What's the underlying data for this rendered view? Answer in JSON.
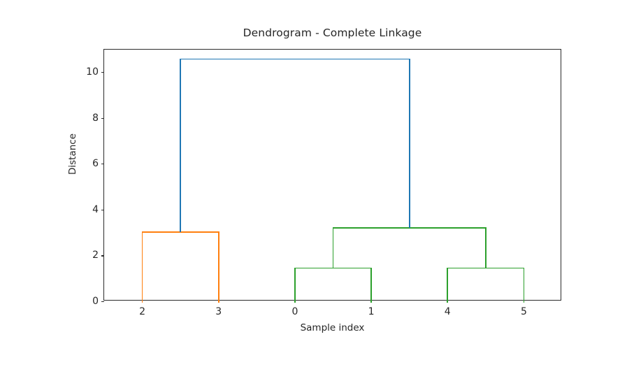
{
  "chart_data": {
    "type": "dendrogram",
    "title": "Dendrogram - Complete Linkage",
    "xlabel": "Sample index",
    "ylabel": "Distance",
    "grid": false,
    "legend": null,
    "xlim": [
      0,
      6
    ],
    "ylim": [
      0,
      10.98
    ],
    "yticks": [
      0,
      2,
      4,
      6,
      8,
      10
    ],
    "ytick_labels": [
      "0",
      "2",
      "4",
      "6",
      "8",
      "10"
    ],
    "leaf_order": [
      2,
      3,
      0,
      1,
      4,
      5
    ],
    "leaf_labels": [
      "2",
      "3",
      "0",
      "1",
      "4",
      "5"
    ],
    "link_colors": {
      "above_threshold": "#1f77b4",
      "cluster_1": "#ff7f0e",
      "cluster_2": "#2ca02c"
    },
    "links": [
      {
        "id": "orange-2-3",
        "members": [
          2,
          3
        ],
        "left_x": 0.5,
        "right_x": 1.5,
        "left_height": 0.0,
        "right_height": 0.0,
        "height": 3.03,
        "color": "#ff7f0e"
      },
      {
        "id": "green-0-1",
        "members": [
          0,
          1
        ],
        "left_x": 2.5,
        "right_x": 3.5,
        "left_height": 0.0,
        "right_height": 0.0,
        "height": 1.45,
        "color": "#2ca02c"
      },
      {
        "id": "green-4-5",
        "members": [
          4,
          5
        ],
        "left_x": 4.5,
        "right_x": 5.5,
        "left_height": 0.0,
        "right_height": 0.0,
        "height": 1.45,
        "color": "#2ca02c"
      },
      {
        "id": "green-0145",
        "members": [
          0,
          1,
          4,
          5
        ],
        "left_x": 3.0,
        "right_x": 5.0,
        "left_height": 1.45,
        "right_height": 1.45,
        "height": 3.21,
        "color": "#2ca02c"
      },
      {
        "id": "blue-root",
        "members": [
          2,
          3,
          0,
          1,
          4,
          5
        ],
        "left_x": 1.0,
        "right_x": 4.0,
        "left_height": 3.03,
        "right_height": 3.21,
        "height": 10.57,
        "color": "#1f77b4"
      }
    ]
  }
}
